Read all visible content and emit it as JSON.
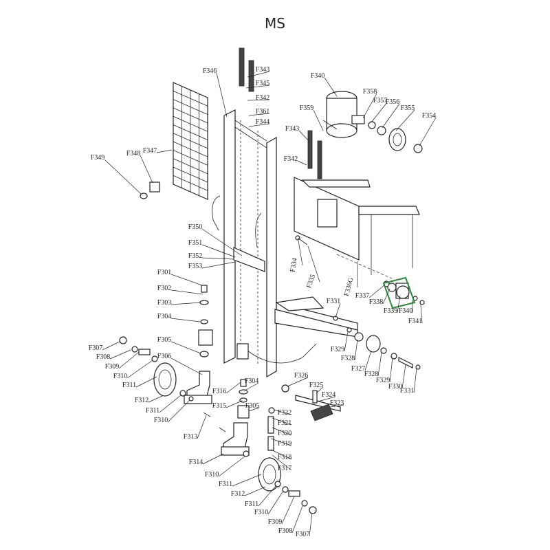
{
  "title": "MS",
  "highlight_color": "#2e8b3a",
  "callouts": [
    {
      "id": "F346"
    },
    {
      "id": "F343"
    },
    {
      "id": "F345"
    },
    {
      "id": "F342"
    },
    {
      "id": "F361"
    },
    {
      "id": "F344"
    },
    {
      "id": "F347"
    },
    {
      "id": "F348"
    },
    {
      "id": "F349"
    },
    {
      "id": "F340"
    },
    {
      "id": "F358"
    },
    {
      "id": "F357"
    },
    {
      "id": "F356"
    },
    {
      "id": "F355"
    },
    {
      "id": "F354"
    },
    {
      "id": "F359"
    },
    {
      "id": "F343"
    },
    {
      "id": "F342"
    },
    {
      "id": "F350"
    },
    {
      "id": "F351"
    },
    {
      "id": "F352"
    },
    {
      "id": "F353"
    },
    {
      "id": "F334"
    },
    {
      "id": "F335"
    },
    {
      "id": "F336G"
    },
    {
      "id": "F337"
    },
    {
      "id": "F338"
    },
    {
      "id": "F339"
    },
    {
      "id": "F340"
    },
    {
      "id": "F341"
    },
    {
      "id": "F301"
    },
    {
      "id": "F302"
    },
    {
      "id": "F303"
    },
    {
      "id": "F304"
    },
    {
      "id": "F305"
    },
    {
      "id": "F306"
    },
    {
      "id": "F331"
    },
    {
      "id": "F329"
    },
    {
      "id": "F328"
    },
    {
      "id": "F327"
    },
    {
      "id": "F328"
    },
    {
      "id": "F329"
    },
    {
      "id": "F330"
    },
    {
      "id": "F331"
    },
    {
      "id": "F307"
    },
    {
      "id": "F308"
    },
    {
      "id": "F309"
    },
    {
      "id": "F310"
    },
    {
      "id": "F311"
    },
    {
      "id": "F312"
    },
    {
      "id": "F311"
    },
    {
      "id": "F310"
    },
    {
      "id": "F313"
    },
    {
      "id": "F314"
    },
    {
      "id": "F316"
    },
    {
      "id": "F304"
    },
    {
      "id": "F315"
    },
    {
      "id": "F305"
    },
    {
      "id": "F326"
    },
    {
      "id": "F325"
    },
    {
      "id": "F324"
    },
    {
      "id": "F323"
    },
    {
      "id": "F322"
    },
    {
      "id": "F321"
    },
    {
      "id": "F320"
    },
    {
      "id": "F319"
    },
    {
      "id": "F318"
    },
    {
      "id": "F317"
    },
    {
      "id": "F310"
    },
    {
      "id": "F311"
    },
    {
      "id": "F312"
    },
    {
      "id": "F311"
    },
    {
      "id": "F310"
    },
    {
      "id": "F309"
    },
    {
      "id": "F308"
    },
    {
      "id": "F307"
    }
  ]
}
